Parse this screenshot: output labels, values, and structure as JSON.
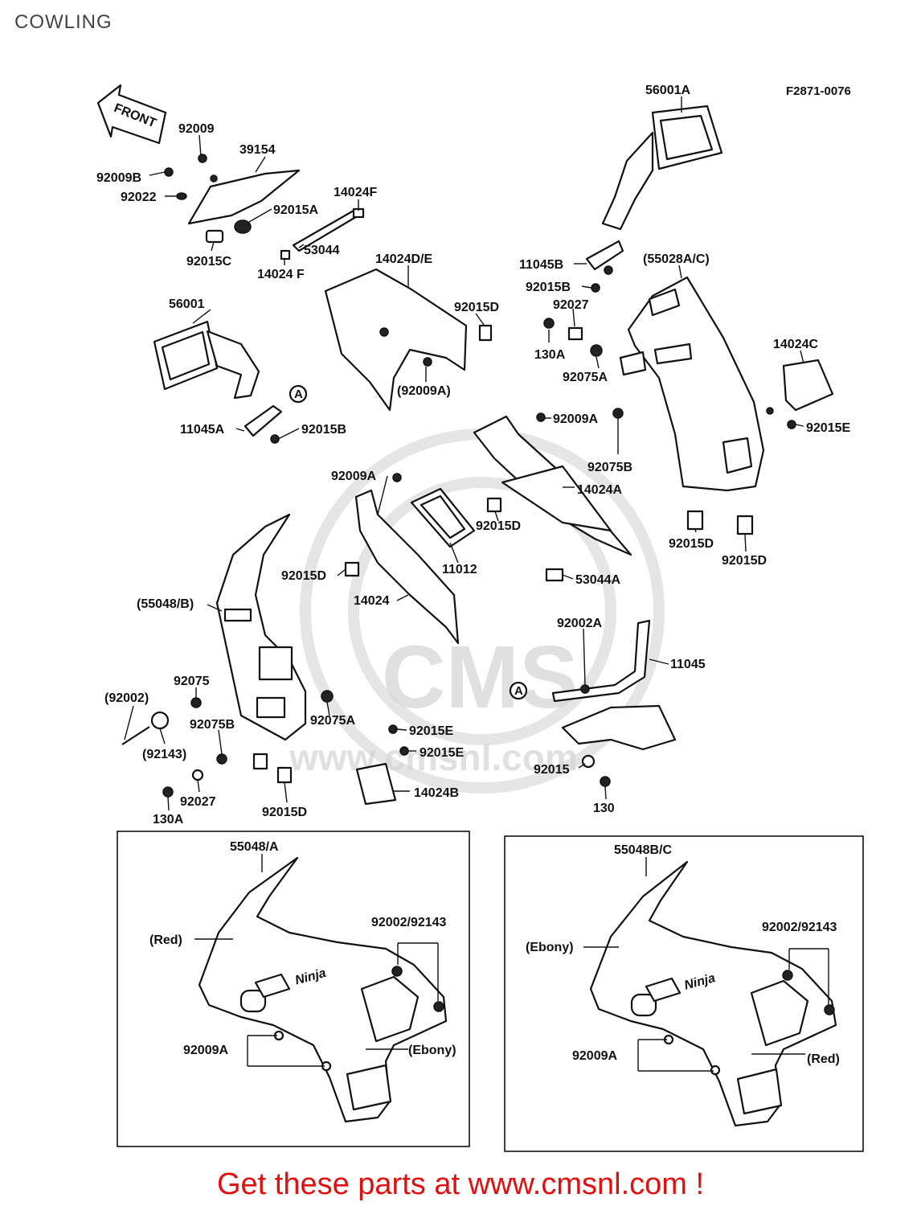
{
  "header": {
    "title": "COWLING"
  },
  "diagram": {
    "ref_code": "F2871-0076",
    "front_arrow": "FRONT",
    "watermark": "www.cmsnl.com",
    "callouts": [
      "92009",
      "39154",
      "92009B",
      "92022",
      "92015A",
      "14024F",
      "53044",
      "92015C",
      "14024 F",
      "56001A",
      "11045B",
      "92015B",
      "92027",
      "130A",
      "92075A",
      "(55028A/C)",
      "14024C",
      "92015E",
      "14024D/E",
      "92015D",
      "(92009A)",
      "56001",
      "11045A",
      "92015B",
      "92009A",
      "92075B",
      "14024A",
      "92009A",
      "92015D",
      "11012",
      "92015D",
      "14024",
      "53044A",
      "92015D",
      "92015D",
      "(55048/B)",
      "92002A",
      "11045",
      "92075",
      "(92002)",
      "92075B",
      "92075A",
      "(92143)",
      "92015E",
      "92015E",
      "92015",
      "92027",
      "130A",
      "92015D",
      "14024B",
      "130"
    ],
    "marker": "A"
  },
  "variants": [
    {
      "part": "55048/A",
      "upper_color": "(Red)",
      "lower_color": "(Ebony)",
      "fastener_label": "92002/92143",
      "screw_label": "92009A",
      "logo": "Ninja"
    },
    {
      "part": "55048B/C",
      "upper_color": "(Ebony)",
      "lower_color": "(Red)",
      "fastener_label": "92002/92143",
      "screw_label": "92009A",
      "logo": "Ninja"
    }
  ],
  "footer": {
    "text": "Get these parts at www.cmsnl.com !"
  }
}
